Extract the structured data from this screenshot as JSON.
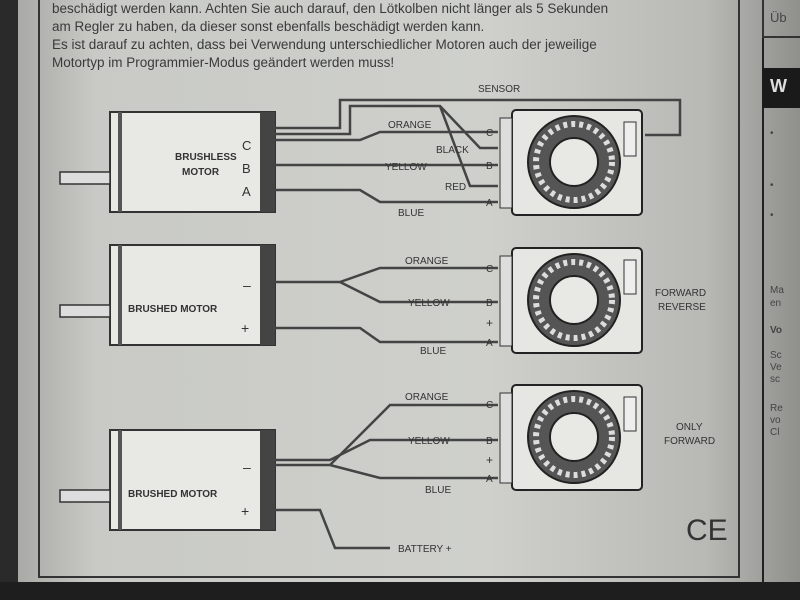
{
  "intro_text": [
    "beschädigt werden kann. Achten Sie auch darauf, den Lötkolben nicht länger als 5 Sekunden",
    "am Regler zu haben, da dieser sonst ebenfalls beschädigt werden kann.",
    "Es ist darauf zu achten, dass bei Verwendung unterschiedlicher Motoren auch der jeweilige",
    "Motortyp im Programmier-Modus geändert werden muss!"
  ],
  "right_column": {
    "top": "Üb",
    "header": "W",
    "lines": [
      "•",
      "•",
      "•",
      "Ma",
      "en",
      "Vo",
      "Sc",
      "Ve",
      "sc",
      "Re",
      "vo",
      "Cl"
    ]
  },
  "diagram": {
    "sensor_label": "SENSOR",
    "brushless": {
      "motor_label": [
        "BRUSHLESS",
        "MOTOR"
      ],
      "terminals": [
        "C",
        "B",
        "A"
      ],
      "wires": [
        "ORANGE",
        "YELLOW",
        "BLUE"
      ],
      "sensor_wires": [
        "BLACK",
        "RED"
      ],
      "esc_pads": [
        "C",
        "B",
        "A"
      ]
    },
    "brushed_reverse": {
      "motor_label": "BRUSHED MOTOR",
      "terminals": [
        "–",
        "+"
      ],
      "wires": [
        "ORANGE",
        "YELLOW",
        "BLUE"
      ],
      "esc_pads": [
        "C",
        "B",
        "+",
        "A"
      ],
      "mode": [
        "FORWARD",
        "REVERSE"
      ]
    },
    "brushed_forward": {
      "motor_label": "BRUSHED MOTOR",
      "terminals": [
        "–",
        "+"
      ],
      "wires": [
        "ORANGE",
        "YELLOW",
        "BLUE"
      ],
      "esc_pads": [
        "C",
        "B",
        "+",
        "A"
      ],
      "mode": [
        "ONLY",
        "FORWARD"
      ],
      "battery_label": "BATTERY +"
    },
    "ce_mark": "CE"
  }
}
